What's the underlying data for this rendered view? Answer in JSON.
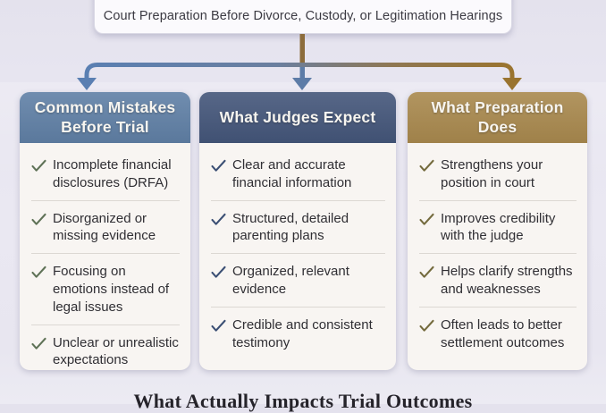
{
  "title": "Court Preparation Before Divorce, Custody, or Legitimation Hearings",
  "columns": [
    {
      "header": "Common Mistakes Before Trial",
      "header_color": "#6080a6",
      "check_color": "#5f7257",
      "items": [
        "Incomplete financial disclosures (DRFA)",
        "Disorganized or missing evidence",
        "Focusing on emotions instead of legal issues",
        "Unclear or unrealistic expectations"
      ]
    },
    {
      "header": "What Judges Expect",
      "header_color": "#44567a",
      "check_color": "#3b4f74",
      "items": [
        "Clear and accurate financial information",
        "Structured, detailed parenting plans",
        "Organized, relevant evidence",
        "Credible and consistent testimony"
      ]
    },
    {
      "header": "What Preparation Does",
      "header_color": "#a9894e",
      "check_color": "#746b3e",
      "items": [
        "Strengthens your position in court",
        "Improves credibility with the judge",
        "Helps clarify strengths and weaknesses",
        "Often leads to better settlement outcomes"
      ]
    }
  ],
  "bottom_heading": "What Actually Impacts Trial Outcomes",
  "connector": {
    "blue": "#5a7fb2",
    "steel_blue": "#5d7ca7",
    "brown": "#9a742f",
    "stem_brown": "#8c6c3b"
  }
}
